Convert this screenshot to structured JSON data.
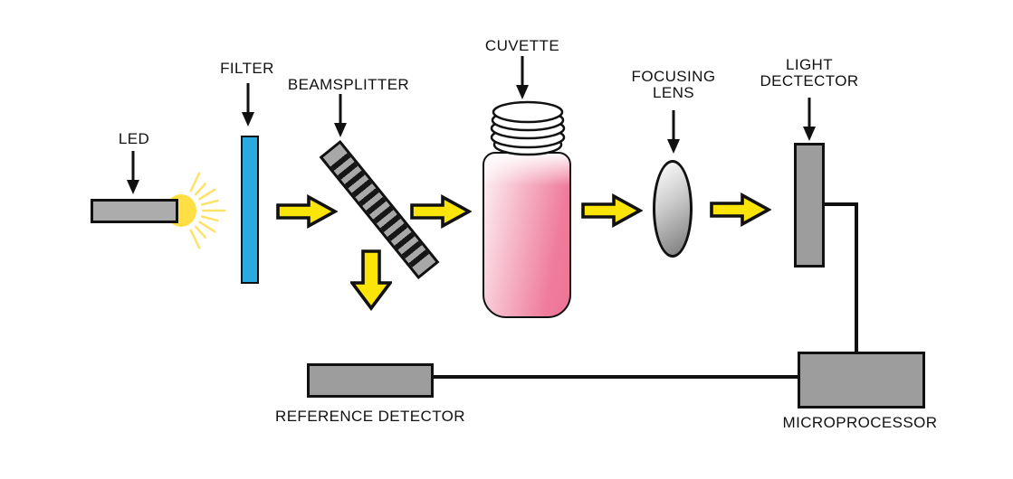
{
  "diagram": {
    "type": "colorimeter-block-diagram",
    "components": {
      "led": {
        "label": "LED"
      },
      "filter": {
        "label": "FILTER"
      },
      "beamsplitter": {
        "label": "BEAMSPLITTER"
      },
      "cuvette": {
        "label": "CUVETTE"
      },
      "focusing_lens": {
        "label_line1": "FOCUSING",
        "label_line2": "LENS"
      },
      "light_detector": {
        "label_line1": "LIGHT",
        "label_line2": "DECTECTOR"
      },
      "reference_detector": {
        "label": "REFERENCE DETECTOR"
      },
      "microprocessor": {
        "label": "MICROPROCESSOR"
      }
    },
    "colors": {
      "beam_arrow_yellow": "#fbe408",
      "led_glow_yellow": "#ffdf43",
      "led_ray_yellow": "#ffe163",
      "filter_blue": "#29abe2",
      "component_gray": "#9d9d9d",
      "led_gray": "#acacac",
      "beamsplitter_gray": "#a8a8a8",
      "cuvette_pink_light": "#fdf0f3",
      "cuvette_pink_dark": "#ee7495",
      "lens_gray_light": "#f6f6f6",
      "lens_gray_dark": "#848484",
      "outline_black": "#111111",
      "background": "#ffffff"
    }
  }
}
